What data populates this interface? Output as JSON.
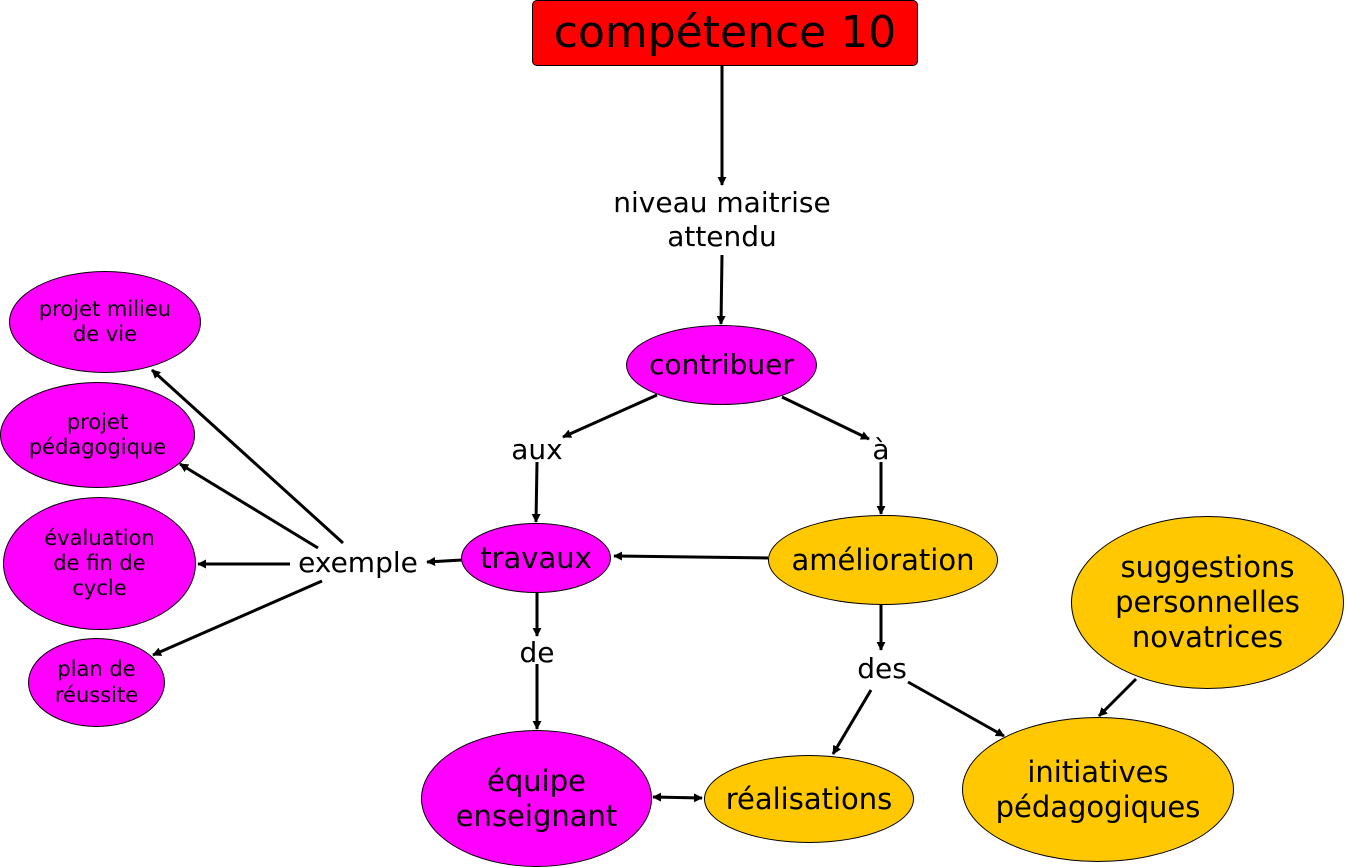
{
  "title": "compétence 10",
  "links": {
    "niveau": "niveau maitrise\nattendu",
    "aux": "aux",
    "a": "à",
    "exemple": "exemple",
    "de": "de",
    "des": "des"
  },
  "concepts": {
    "contribuer": "contribuer",
    "travaux": "travaux",
    "amelioration": "amélioration",
    "equipe": "équipe\nenseignant",
    "realisations": "réalisations",
    "initiatives": "initiatives\npédagogiques",
    "suggestions": "suggestions\npersonnelles\nnovatrices",
    "projet_milieu": "projet milieu\nde vie",
    "projet_peda": "projet\npédagogique",
    "evaluation": "évaluation\nde fin de\ncycle",
    "plan": "plan de\nréussite"
  },
  "colors": {
    "title": "#ff0000",
    "magenta": "#ff00ff",
    "gold": "#ffc800",
    "line": "#000000"
  }
}
